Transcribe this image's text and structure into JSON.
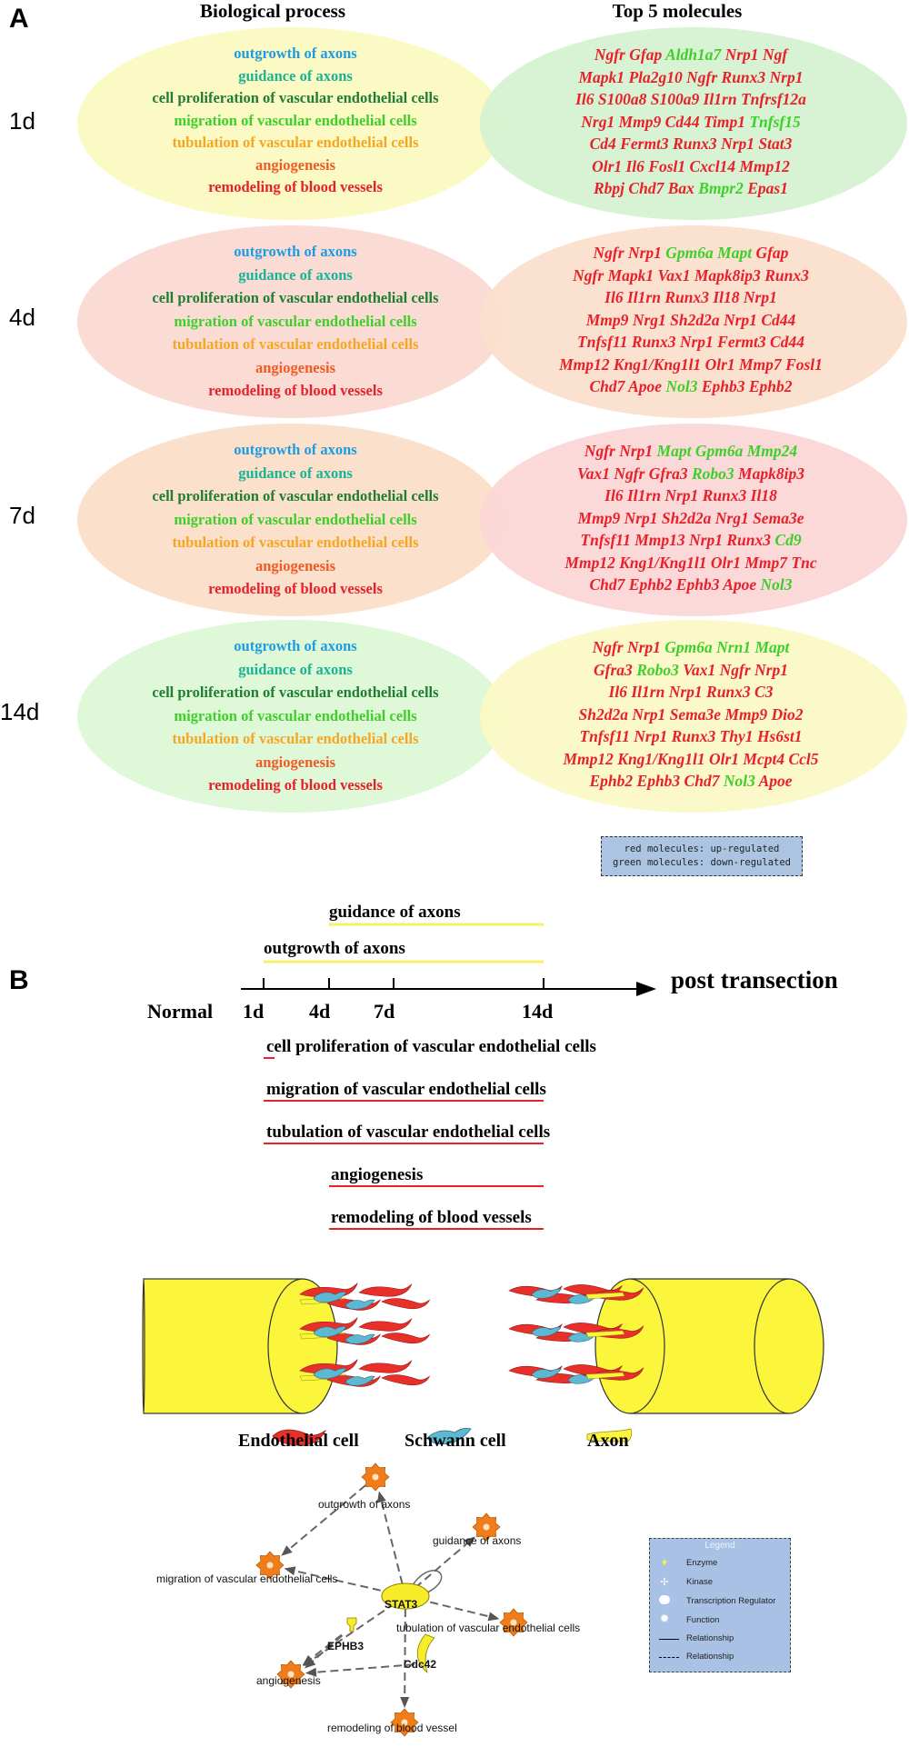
{
  "panel_a": {
    "letter": "A",
    "col_process": "Biological process",
    "col_molecules": "Top 5 molecules",
    "rows": [
      {
        "day": "1d",
        "left_color": "#fbf9c4",
        "right_color": "#d5f2cf",
        "processes": [
          {
            "text": "outgrowth of axons",
            "color": "#1f9be0"
          },
          {
            "text": "guidance of axons",
            "color": "#1ab394"
          },
          {
            "text": "cell proliferation of vascular endothelial cells",
            "color": "#1e7e34"
          },
          {
            "text": "migration of vascular endothelial cells",
            "color": "#3ecf2a"
          },
          {
            "text": "tubulation of vascular endothelial cells",
            "color": "#f5a623"
          },
          {
            "text": "angiogenesis",
            "color": "#f05a24"
          },
          {
            "text": "remodeling of blood vessels",
            "color": "#e8202a"
          }
        ],
        "molecule_lines": [
          [
            {
              "t": "Ngfr",
              "c": "r"
            },
            {
              "t": "Gfap",
              "c": "r"
            },
            {
              "t": "Aldh1a7",
              "c": "g"
            },
            {
              "t": "Nrp1",
              "c": "r"
            },
            {
              "t": "Ngf",
              "c": "r"
            }
          ],
          [
            {
              "t": "Mapk1",
              "c": "r"
            },
            {
              "t": "Pla2g10",
              "c": "r"
            },
            {
              "t": "Ngfr",
              "c": "r"
            },
            {
              "t": "Runx3",
              "c": "r"
            },
            {
              "t": "Nrp1",
              "c": "r"
            }
          ],
          [
            {
              "t": "Il6",
              "c": "r"
            },
            {
              "t": "S100a8",
              "c": "r"
            },
            {
              "t": "S100a9",
              "c": "r"
            },
            {
              "t": "Il1rn",
              "c": "r"
            },
            {
              "t": "Tnfrsf12a",
              "c": "r"
            }
          ],
          [
            {
              "t": "Nrg1",
              "c": "r"
            },
            {
              "t": "Mmp9",
              "c": "r"
            },
            {
              "t": "Cd44",
              "c": "r"
            },
            {
              "t": "Timp1",
              "c": "r"
            },
            {
              "t": "Tnfsf15",
              "c": "g"
            }
          ],
          [
            {
              "t": "Cd4",
              "c": "r"
            },
            {
              "t": "Fermt3",
              "c": "r"
            },
            {
              "t": "Runx3",
              "c": "r"
            },
            {
              "t": "Nrp1",
              "c": "r"
            },
            {
              "t": "Stat3",
              "c": "r"
            }
          ],
          [
            {
              "t": "Olr1",
              "c": "r"
            },
            {
              "t": "Il6",
              "c": "r"
            },
            {
              "t": "Fosl1",
              "c": "r"
            },
            {
              "t": "Cxcl14",
              "c": "r"
            },
            {
              "t": "Mmp12",
              "c": "r"
            }
          ],
          [
            {
              "t": "Rbpj",
              "c": "r"
            },
            {
              "t": "Chd7",
              "c": "r"
            },
            {
              "t": "Bax",
              "c": "r"
            },
            {
              "t": "Bmpr2",
              "c": "g"
            },
            {
              "t": "Epas1",
              "c": "r"
            }
          ]
        ]
      },
      {
        "day": "4d",
        "left_color": "#fbdcd5",
        "right_color": "#fbe0cc",
        "processes": [
          {
            "text": "outgrowth of axons",
            "color": "#1f9be0"
          },
          {
            "text": "guidance of axons",
            "color": "#1ab394"
          },
          {
            "text": "cell proliferation of vascular endothelial cells",
            "color": "#1e7e34"
          },
          {
            "text": "migration of vascular endothelial cells",
            "color": "#3ecf2a"
          },
          {
            "text": "tubulation of vascular endothelial cells",
            "color": "#f5a623"
          },
          {
            "text": "angiogenesis",
            "color": "#f05a24"
          },
          {
            "text": "remodeling of blood vessels",
            "color": "#e8202a"
          }
        ],
        "molecule_lines": [
          [
            {
              "t": "Ngfr",
              "c": "r"
            },
            {
              "t": "Nrp1",
              "c": "r"
            },
            {
              "t": "Gpm6a",
              "c": "g"
            },
            {
              "t": "Mapt",
              "c": "g"
            },
            {
              "t": "Gfap",
              "c": "r"
            }
          ],
          [
            {
              "t": "Ngfr",
              "c": "r"
            },
            {
              "t": "Mapk1",
              "c": "r"
            },
            {
              "t": "Vax1",
              "c": "r"
            },
            {
              "t": "Mapk8ip3",
              "c": "r"
            },
            {
              "t": "Runx3",
              "c": "r"
            }
          ],
          [
            {
              "t": "Il6",
              "c": "r"
            },
            {
              "t": "Il1rn",
              "c": "r"
            },
            {
              "t": "Runx3",
              "c": "r"
            },
            {
              "t": "Il18",
              "c": "r"
            },
            {
              "t": "Nrp1",
              "c": "r"
            }
          ],
          [
            {
              "t": "Mmp9",
              "c": "r"
            },
            {
              "t": "Nrg1",
              "c": "r"
            },
            {
              "t": "Sh2d2a",
              "c": "r"
            },
            {
              "t": "Nrp1",
              "c": "r"
            },
            {
              "t": "Cd44",
              "c": "r"
            }
          ],
          [
            {
              "t": "Tnfsf11",
              "c": "r"
            },
            {
              "t": "Runx3",
              "c": "r"
            },
            {
              "t": "Nrp1",
              "c": "r"
            },
            {
              "t": "Fermt3",
              "c": "r"
            },
            {
              "t": "Cd44",
              "c": "r"
            }
          ],
          [
            {
              "t": "Mmp12",
              "c": "r"
            },
            {
              "t": "Kng1/Kng1l1",
              "c": "r"
            },
            {
              "t": "Olr1",
              "c": "r"
            },
            {
              "t": "Mmp7",
              "c": "r"
            },
            {
              "t": "Fosl1",
              "c": "r"
            }
          ],
          [
            {
              "t": "Chd7",
              "c": "r"
            },
            {
              "t": "Apoe",
              "c": "r"
            },
            {
              "t": "Nol3",
              "c": "g"
            },
            {
              "t": "Ephb3",
              "c": "r"
            },
            {
              "t": "Ephb2",
              "c": "r"
            }
          ]
        ]
      },
      {
        "day": "7d",
        "left_color": "#fbe0cc",
        "right_color": "#fbd6d6",
        "processes": [
          {
            "text": "outgrowth of axons",
            "color": "#1f9be0"
          },
          {
            "text": "guidance of axons",
            "color": "#1ab394"
          },
          {
            "text": "cell proliferation of vascular endothelial cells",
            "color": "#1e7e34"
          },
          {
            "text": "migration of vascular endothelial cells",
            "color": "#3ecf2a"
          },
          {
            "text": "tubulation of vascular endothelial cells",
            "color": "#f5a623"
          },
          {
            "text": "angiogenesis",
            "color": "#f05a24"
          },
          {
            "text": "remodeling of blood vessels",
            "color": "#e8202a"
          }
        ],
        "molecule_lines": [
          [
            {
              "t": "Ngfr",
              "c": "r"
            },
            {
              "t": "Nrp1",
              "c": "r"
            },
            {
              "t": "Mapt",
              "c": "g"
            },
            {
              "t": "Gpm6a",
              "c": "g"
            },
            {
              "t": "Mmp24",
              "c": "g"
            }
          ],
          [
            {
              "t": "Vax1",
              "c": "r"
            },
            {
              "t": "Ngfr",
              "c": "r"
            },
            {
              "t": "Gfra3",
              "c": "r"
            },
            {
              "t": "Robo3",
              "c": "g"
            },
            {
              "t": "Mapk8ip3",
              "c": "r"
            }
          ],
          [
            {
              "t": "Il6",
              "c": "r"
            },
            {
              "t": "Il1rn",
              "c": "r"
            },
            {
              "t": "Nrp1",
              "c": "r"
            },
            {
              "t": "Runx3",
              "c": "r"
            },
            {
              "t": "Il18",
              "c": "r"
            }
          ],
          [
            {
              "t": "Mmp9",
              "c": "r"
            },
            {
              "t": "Nrp1",
              "c": "r"
            },
            {
              "t": "Sh2d2a",
              "c": "r"
            },
            {
              "t": "Nrg1",
              "c": "r"
            },
            {
              "t": "Sema3e",
              "c": "r"
            }
          ],
          [
            {
              "t": "Tnfsf11",
              "c": "r"
            },
            {
              "t": "Mmp13",
              "c": "r"
            },
            {
              "t": "Nrp1",
              "c": "r"
            },
            {
              "t": "Runx3",
              "c": "r"
            },
            {
              "t": "Cd9",
              "c": "g"
            }
          ],
          [
            {
              "t": "Mmp12",
              "c": "r"
            },
            {
              "t": "Kng1/Kng1l1",
              "c": "r"
            },
            {
              "t": "Olr1",
              "c": "r"
            },
            {
              "t": "Mmp7",
              "c": "r"
            },
            {
              "t": "Tnc",
              "c": "r"
            }
          ],
          [
            {
              "t": "Chd7",
              "c": "r"
            },
            {
              "t": "Ephb2",
              "c": "r"
            },
            {
              "t": "Ephb3",
              "c": "r"
            },
            {
              "t": "Apoe",
              "c": "r"
            },
            {
              "t": "Nol3",
              "c": "g"
            }
          ]
        ]
      },
      {
        "day": "14d",
        "left_color": "#dff8d8",
        "right_color": "#fbf9c4",
        "processes": [
          {
            "text": "outgrowth of axons",
            "color": "#1f9be0"
          },
          {
            "text": "guidance of axons",
            "color": "#1ab394"
          },
          {
            "text": "cell proliferation of vascular endothelial cells",
            "color": "#1e7e34"
          },
          {
            "text": "migration of vascular endothelial cells",
            "color": "#3ecf2a"
          },
          {
            "text": "tubulation of vascular endothelial cells",
            "color": "#f5a623"
          },
          {
            "text": "angiogenesis",
            "color": "#f05a24"
          },
          {
            "text": "remodeling of blood vessels",
            "color": "#e8202a"
          }
        ],
        "molecule_lines": [
          [
            {
              "t": "Ngfr",
              "c": "r"
            },
            {
              "t": "Nrp1",
              "c": "r"
            },
            {
              "t": "Gpm6a",
              "c": "g"
            },
            {
              "t": "Nrn1",
              "c": "g"
            },
            {
              "t": "Mapt",
              "c": "g"
            }
          ],
          [
            {
              "t": "Gfra3",
              "c": "r"
            },
            {
              "t": "Robo3",
              "c": "g"
            },
            {
              "t": "Vax1",
              "c": "r"
            },
            {
              "t": "Ngfr",
              "c": "r"
            },
            {
              "t": "Nrp1",
              "c": "r"
            }
          ],
          [
            {
              "t": "Il6",
              "c": "r"
            },
            {
              "t": "Il1rn",
              "c": "r"
            },
            {
              "t": "Nrp1",
              "c": "r"
            },
            {
              "t": "Runx3",
              "c": "r"
            },
            {
              "t": "C3",
              "c": "r"
            }
          ],
          [
            {
              "t": "Sh2d2a",
              "c": "r"
            },
            {
              "t": "Nrp1",
              "c": "r"
            },
            {
              "t": "Sema3e",
              "c": "r"
            },
            {
              "t": "Mmp9",
              "c": "r"
            },
            {
              "t": "Dio2",
              "c": "r"
            }
          ],
          [
            {
              "t": "Tnfsf11",
              "c": "r"
            },
            {
              "t": "Nrp1",
              "c": "r"
            },
            {
              "t": "Runx3",
              "c": "r"
            },
            {
              "t": "Thy1",
              "c": "r"
            },
            {
              "t": "Hs6st1",
              "c": "r"
            }
          ],
          [
            {
              "t": "Mmp12",
              "c": "r"
            },
            {
              "t": "Kng1/Kng1l1",
              "c": "r"
            },
            {
              "t": "Olr1",
              "c": "r"
            },
            {
              "t": "Mcpt4",
              "c": "r"
            },
            {
              "t": "Ccl5",
              "c": "r"
            }
          ],
          [
            {
              "t": "Ephb2",
              "c": "r"
            },
            {
              "t": "Ephb3",
              "c": "r"
            },
            {
              "t": "Chd7",
              "c": "r"
            },
            {
              "t": "Nol3",
              "c": "g"
            },
            {
              "t": "Apoe",
              "c": "r"
            }
          ]
        ]
      }
    ],
    "molecule_colors": {
      "r": "#e8202a",
      "g": "#3ecf2a"
    },
    "legend_line1": "red molecules: up-regulated",
    "legend_line2": "green molecules: down-regulated"
  },
  "panel_b": {
    "letter": "B",
    "axis_label": "post transection",
    "normal_label": "Normal",
    "ticks": [
      "1d",
      "4d",
      "7d",
      "14d"
    ],
    "axon_processes": [
      "guidance of axons",
      "outgrowth of axons"
    ],
    "vascular_processes": [
      "cell proliferation of vascular endothelial cells",
      "migration of vascular endothelial cells",
      "tubulation of vascular endothelial cells",
      "angiogenesis",
      "remodeling of blood vessels"
    ],
    "axon_line_color": "#f5f06a",
    "vascular_line_color": "#e8202a",
    "cell_legend": [
      "Endothelial cell",
      "Schwann cell",
      "Axon"
    ]
  },
  "panel_c": {
    "hub": "STAT3",
    "molecules": [
      "EPHB3",
      "Cdc42"
    ],
    "functions": [
      "outgrowth of axons",
      "guidance of axons",
      "migration of vascular endothelial cells",
      "tubulation of vascular endothelial cells",
      "angiogenesis",
      "remodeling of blood vessel"
    ],
    "function_color": "#f07d1a",
    "molecule_color": "#f7ec2a",
    "legend": {
      "title": "Legend",
      "items": [
        "Enzyme",
        "Kinase",
        "Transcription Regulator",
        "Function",
        "Relationship",
        "Relationship"
      ]
    }
  }
}
